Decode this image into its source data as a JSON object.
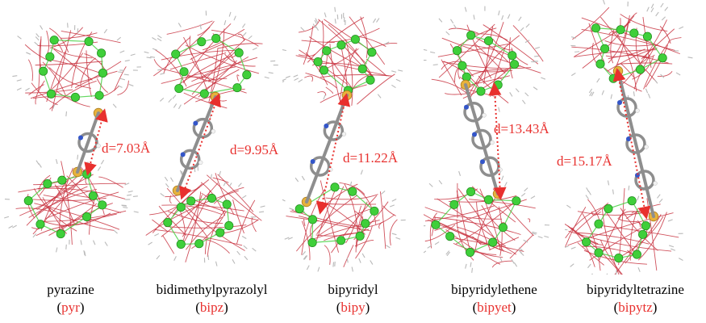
{
  "colors": {
    "highlight": "#e8302e",
    "metal_green": "#3fcf3a",
    "metal_gold": "#e8b23c",
    "ligand_red": "#c8323f",
    "carbon_gray": "#8e8e8e",
    "nitrogen_blue": "#3456c9",
    "hydrogen_white": "#f2f2f2"
  },
  "panels": [
    {
      "name": "pyrazine",
      "abbr": "pyr",
      "distance": "d=7.03Å"
    },
    {
      "name": "bidimethylpyrazolyl",
      "abbr": "bipz",
      "distance": "d=9.95Å"
    },
    {
      "name": "bipyridyl",
      "abbr": "bipy",
      "distance": "d=11.22Å"
    },
    {
      "name": "bipyridylethene",
      "abbr": "bipyet",
      "distance": "d=13.43Å"
    },
    {
      "name": "bipyridyltetrazine",
      "abbr": "bipytz",
      "distance": "d=15.17Å"
    }
  ]
}
